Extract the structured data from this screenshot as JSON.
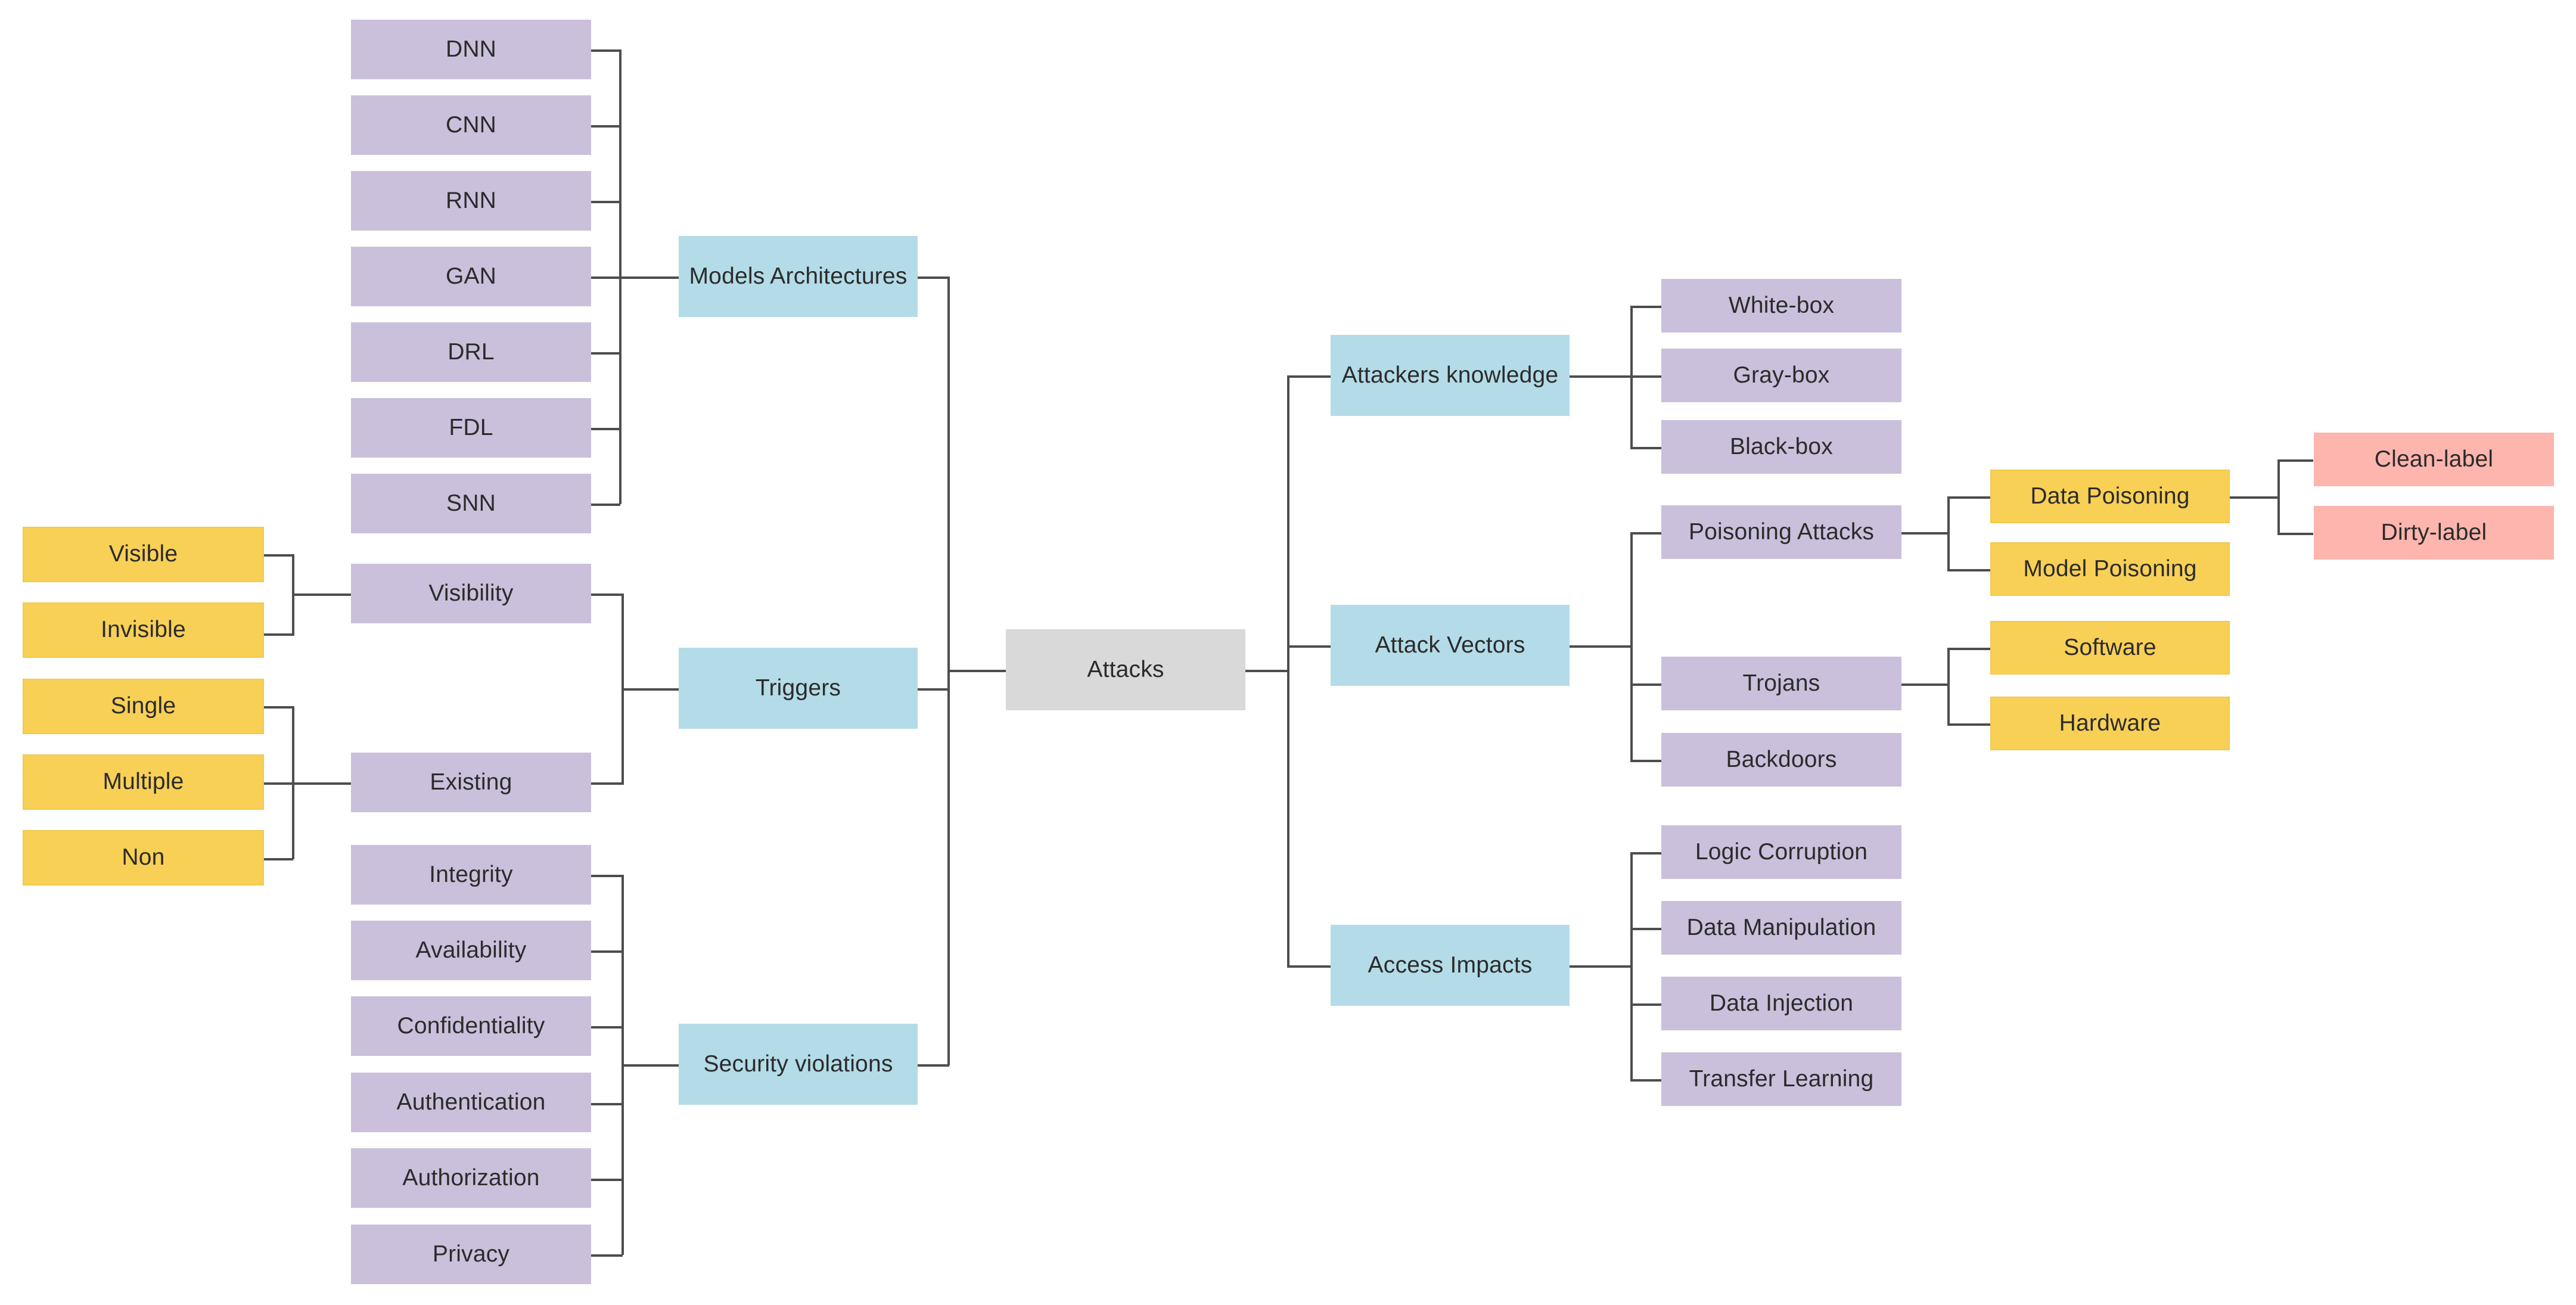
{
  "diagram": {
    "title": "Attacks",
    "type": "taxonomy-mind-map",
    "root": "Attacks",
    "colors": {
      "root": "#d9d9d9",
      "category": "#b4dce8",
      "subcategory": "#cbc0dc",
      "leaf_yellow": "#f8d055",
      "leaf_pink": "#fdb5ae",
      "edge": "#4d4d4d",
      "text": "#2b2b2b",
      "background": "#ffffff"
    }
  },
  "nodes": {
    "root": {
      "label": "Attacks"
    },
    "models_architectures": {
      "label": "Models Architectures"
    },
    "triggers": {
      "label": "Triggers"
    },
    "security_violations": {
      "label": "Security violations"
    },
    "attackers_knowledge": {
      "label": "Attackers knowledge"
    },
    "attack_vectors": {
      "label": "Attack Vectors"
    },
    "access_impacts": {
      "label": "Access Impacts"
    },
    "architectures": [
      {
        "label": "DNN"
      },
      {
        "label": "CNN"
      },
      {
        "label": "RNN"
      },
      {
        "label": "GAN"
      },
      {
        "label": "DRL"
      },
      {
        "label": "FDL"
      },
      {
        "label": "SNN"
      }
    ],
    "trigger_groups": [
      {
        "label": "Visibility"
      },
      {
        "label": "Existing"
      }
    ],
    "visibility_leaves": [
      {
        "label": "Visible"
      },
      {
        "label": "Invisible"
      }
    ],
    "existing_leaves": [
      {
        "label": "Single"
      },
      {
        "label": "Multiple"
      },
      {
        "label": "Non"
      }
    ],
    "violations": [
      {
        "label": "Integrity"
      },
      {
        "label": "Availability"
      },
      {
        "label": "Confidentiality"
      },
      {
        "label": "Authentication"
      },
      {
        "label": "Authorization"
      },
      {
        "label": "Privacy"
      }
    ],
    "knowledge_levels": [
      {
        "label": "White-box"
      },
      {
        "label": "Gray-box"
      },
      {
        "label": "Black-box"
      }
    ],
    "vectors": [
      {
        "label": "Poisoning Attacks"
      },
      {
        "label": "Trojans"
      },
      {
        "label": "Backdoors"
      }
    ],
    "poisoning_types": [
      {
        "label": "Data Poisoning"
      },
      {
        "label": "Model Poisoning"
      }
    ],
    "data_poisoning_labels": [
      {
        "label": "Clean-label"
      },
      {
        "label": "Dirty-label"
      }
    ],
    "trojan_types": [
      {
        "label": "Software"
      },
      {
        "label": "Hardware"
      }
    ],
    "impacts": [
      {
        "label": "Logic Corruption"
      },
      {
        "label": "Data Manipulation"
      },
      {
        "label": "Data Injection"
      },
      {
        "label": "Transfer Learning"
      }
    ]
  }
}
